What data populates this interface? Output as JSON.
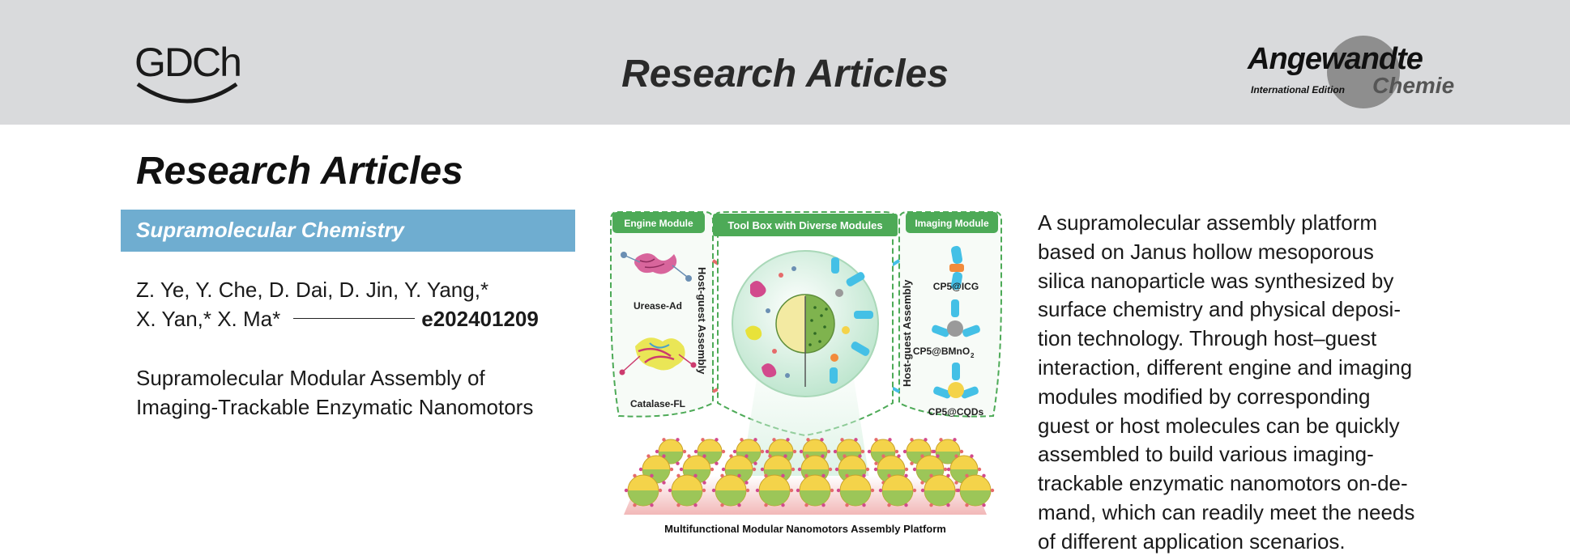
{
  "header": {
    "title": "Research Articles",
    "publisher_logo": "GDCh",
    "journal": {
      "name": "Angewandte",
      "edition": "International Edition",
      "subtitle": "Chemie"
    }
  },
  "article": {
    "page_title": "Research Articles",
    "section": "Supramolecular Chemistry",
    "authors_line1": "Z. Ye, Y. Che, D. Dai, D. Jin, Y. Yang,*",
    "authors_line2": "X. Yan,* X. Ma*",
    "doi": "e202401209",
    "title_line1": "Supramolecular Modular Assembly of",
    "title_line2": "Imaging-Trackable Enzymatic Nanomotors"
  },
  "figure": {
    "engine_module": "Engine Module",
    "toolbox": "Tool Box with Diverse Modules",
    "imaging_module": "Imaging Module",
    "urease": "Urease-Ad",
    "catalase": "Catalase-FL",
    "host_guest_left": "Host-guest Assembly",
    "host_guest_right": "Host-guest Assembly",
    "cp5_icg": "CP5@ICG",
    "cp5_bmno2": "CP5@BMnO",
    "cp5_bmno2_sub": "2",
    "cp5_cqds": "CP5@CQDs",
    "caption": "Multifunctional Modular Nanomotors Assembly Platform",
    "green": "#4daa57",
    "cyan": "#44c0e6",
    "yellow": "#f4d34a"
  },
  "abstract": {
    "lines": [
      "A supramolecular assembly platform",
      "based on Janus hollow mesoporous",
      "silica nanoparticle was synthesized by",
      "surface chemistry and physical deposi-",
      "tion technology. Through host–guest",
      "interaction, different engine and imaging",
      "modules modified by corresponding",
      "guest or host molecules can be quickly",
      "assembled to build various imaging-",
      "trackable enzymatic nanomotors on-de-",
      "mand, which can readily meet the needs",
      "of different application scenarios."
    ]
  }
}
